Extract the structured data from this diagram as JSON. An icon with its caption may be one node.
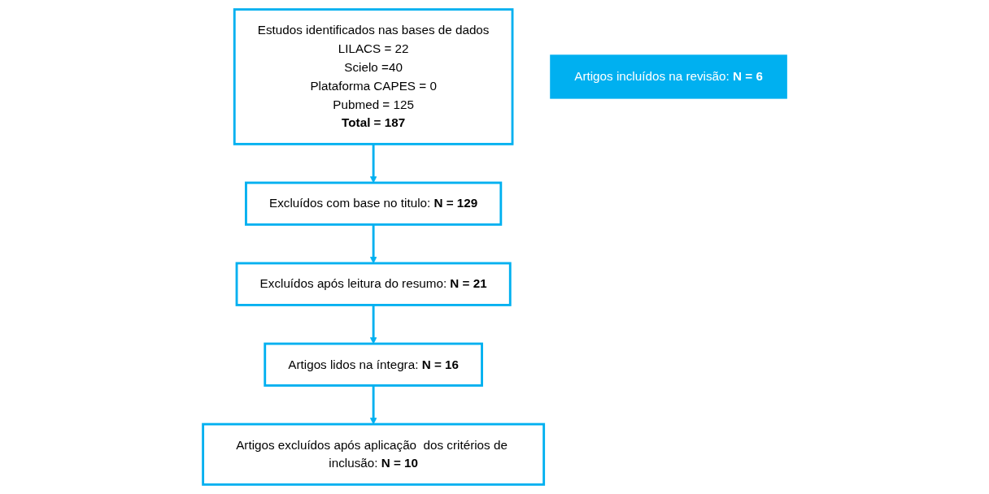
{
  "diagram": {
    "nodes": [
      {
        "text": [
          "Estudos identificados nas bases de dados",
          "LILACS = 22",
          "Scielo =40",
          "Plataforma CAPES = 0",
          "Pubmed = 125",
          "**Total = 187**"
        ]
      },
      {
        "text": [
          "Excluídos com base no titulo: **N = 129**"
        ]
      },
      {
        "text": [
          "Excluídos após leitura do resumo: **N = 21**"
        ]
      },
      {
        "text": [
          "Artigos lidos na íntegra: **N = 16**"
        ]
      },
      {
        "text": [
          "Artigos excluídos após aplicação  dos critérios de inclusão: **N = 10**"
        ]
      },
      {
        "text": [
          "Artigos incluídos na revisão: **N = 6**"
        ]
      }
    ],
    "edges": [
      {
        "from": 0,
        "to": 1,
        "arrow": "to"
      },
      {
        "from": 1,
        "to": 2,
        "arrow": "to"
      },
      {
        "from": 2,
        "to": 3,
        "arrow": "to"
      },
      {
        "from": 3,
        "to": 4,
        "arrow": "to"
      }
    ]
  }
}
